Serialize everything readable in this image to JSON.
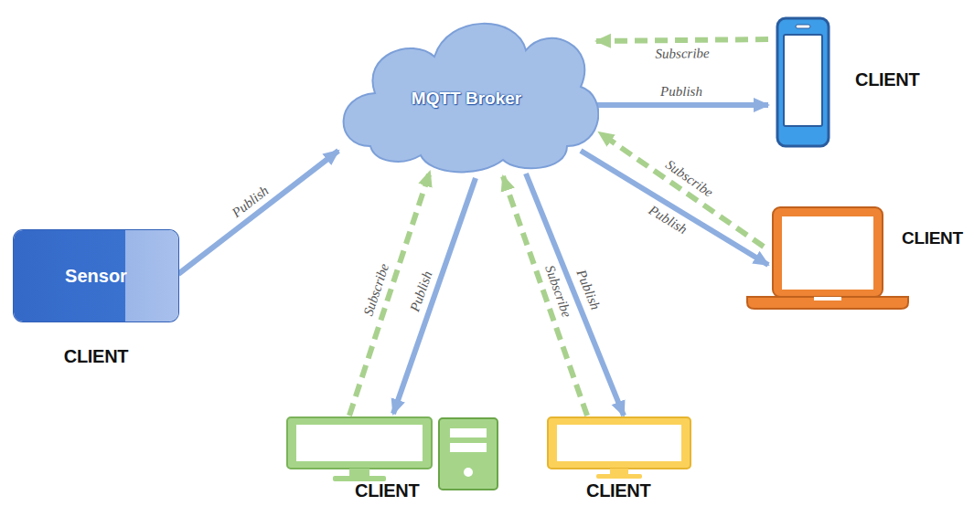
{
  "diagram": {
    "nodes": [
      {
        "text": [
          "MQTT Broker"
        ]
      },
      {
        "text": [
          "CLIENT"
        ]
      },
      {
        "text": [
          "CLIENT"
        ]
      },
      {
        "text": [
          "Sensor",
          "CLIENT"
        ]
      },
      {
        "text": [
          "CLIENT"
        ]
      },
      {
        "text": [
          "CLIENT"
        ]
      }
    ],
    "edges": [
      {
        "from": 3,
        "to": 0,
        "label": "Publish",
        "arrow": "to"
      },
      {
        "from": 0,
        "to": 1,
        "label": "Publish",
        "arrow": "to"
      },
      {
        "from": 1,
        "to": 0,
        "label": "Subscribe",
        "arrow": "to"
      },
      {
        "from": 0,
        "to": 2,
        "label": "Publish",
        "arrow": "to"
      },
      {
        "from": 2,
        "to": 0,
        "label": "Subscribe",
        "arrow": "to"
      },
      {
        "from": 4,
        "to": 0,
        "label": "Subscribe",
        "arrow": "to"
      },
      {
        "from": 0,
        "to": 4,
        "label": "Publish",
        "arrow": "to"
      },
      {
        "from": 5,
        "to": 0,
        "label": "Subscribe",
        "arrow": "to"
      },
      {
        "from": 0,
        "to": 5,
        "label": "Publish",
        "arrow": "to"
      }
    ]
  }
}
